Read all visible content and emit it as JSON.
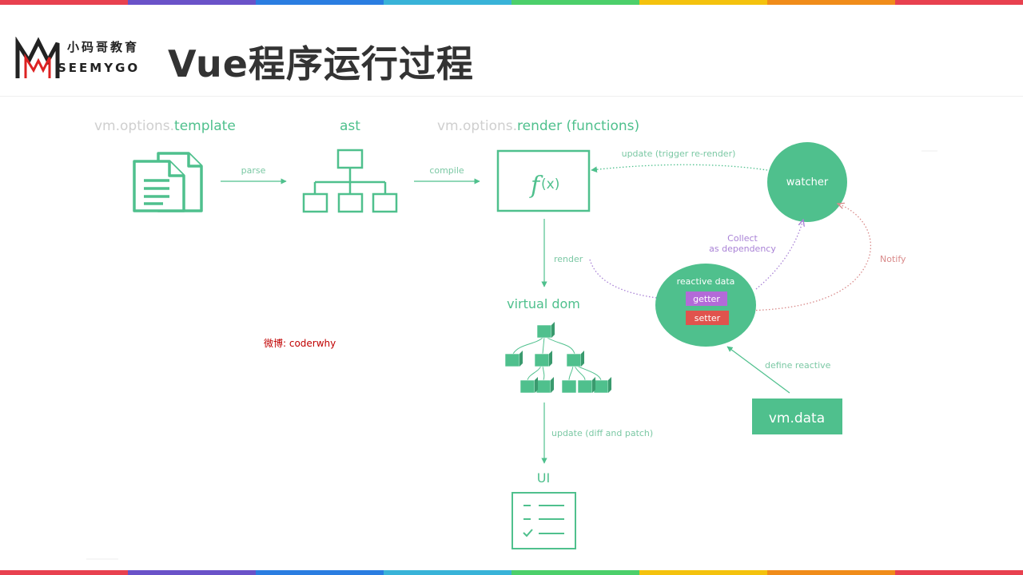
{
  "header": {
    "logo_cn": "小码哥教育",
    "logo_en": "SEEMYGO",
    "title": "Vue程序运行过程"
  },
  "colors": {
    "green": "#4fc08d",
    "green_label": "#7bc8a4",
    "gray_label": "#cfcfcf",
    "purple": "#a982d6",
    "red_dotted": "#d98a8a",
    "getter_bg": "#b36ad8",
    "setter_bg": "#e0534d",
    "title": "#333333",
    "stripe": [
      "#e8414f",
      "#6a52c8",
      "#2a7de1",
      "#39b3d8",
      "#4ccf6a",
      "#f4c20d",
      "#f08c1a",
      "#e8414f"
    ]
  },
  "diagram": {
    "template_prefix": "vm.options.",
    "template_word": "template",
    "ast_label": "ast",
    "render_prefix": "vm.options.",
    "render_word": "render (functions)",
    "parse_label": "parse",
    "compile_label": "compile",
    "fx_f": "f",
    "fx_x": "(x)",
    "update_trigger_label": "update (trigger re-render)",
    "watcher_label": "watcher",
    "collect_label_1": "Collect",
    "collect_label_2": "as dependency",
    "notify_label": "Notify",
    "render_label": "render",
    "reactive_data_label": "reactive data",
    "getter_label": "getter",
    "setter_label": "setter",
    "virtual_dom_label": "virtual dom",
    "define_reactive_label": "define reactive",
    "vm_data_label": "vm.data",
    "update_diff_label": "update (diff and patch)",
    "ui_label": "UI"
  },
  "watermark": "微博: coderwhy"
}
